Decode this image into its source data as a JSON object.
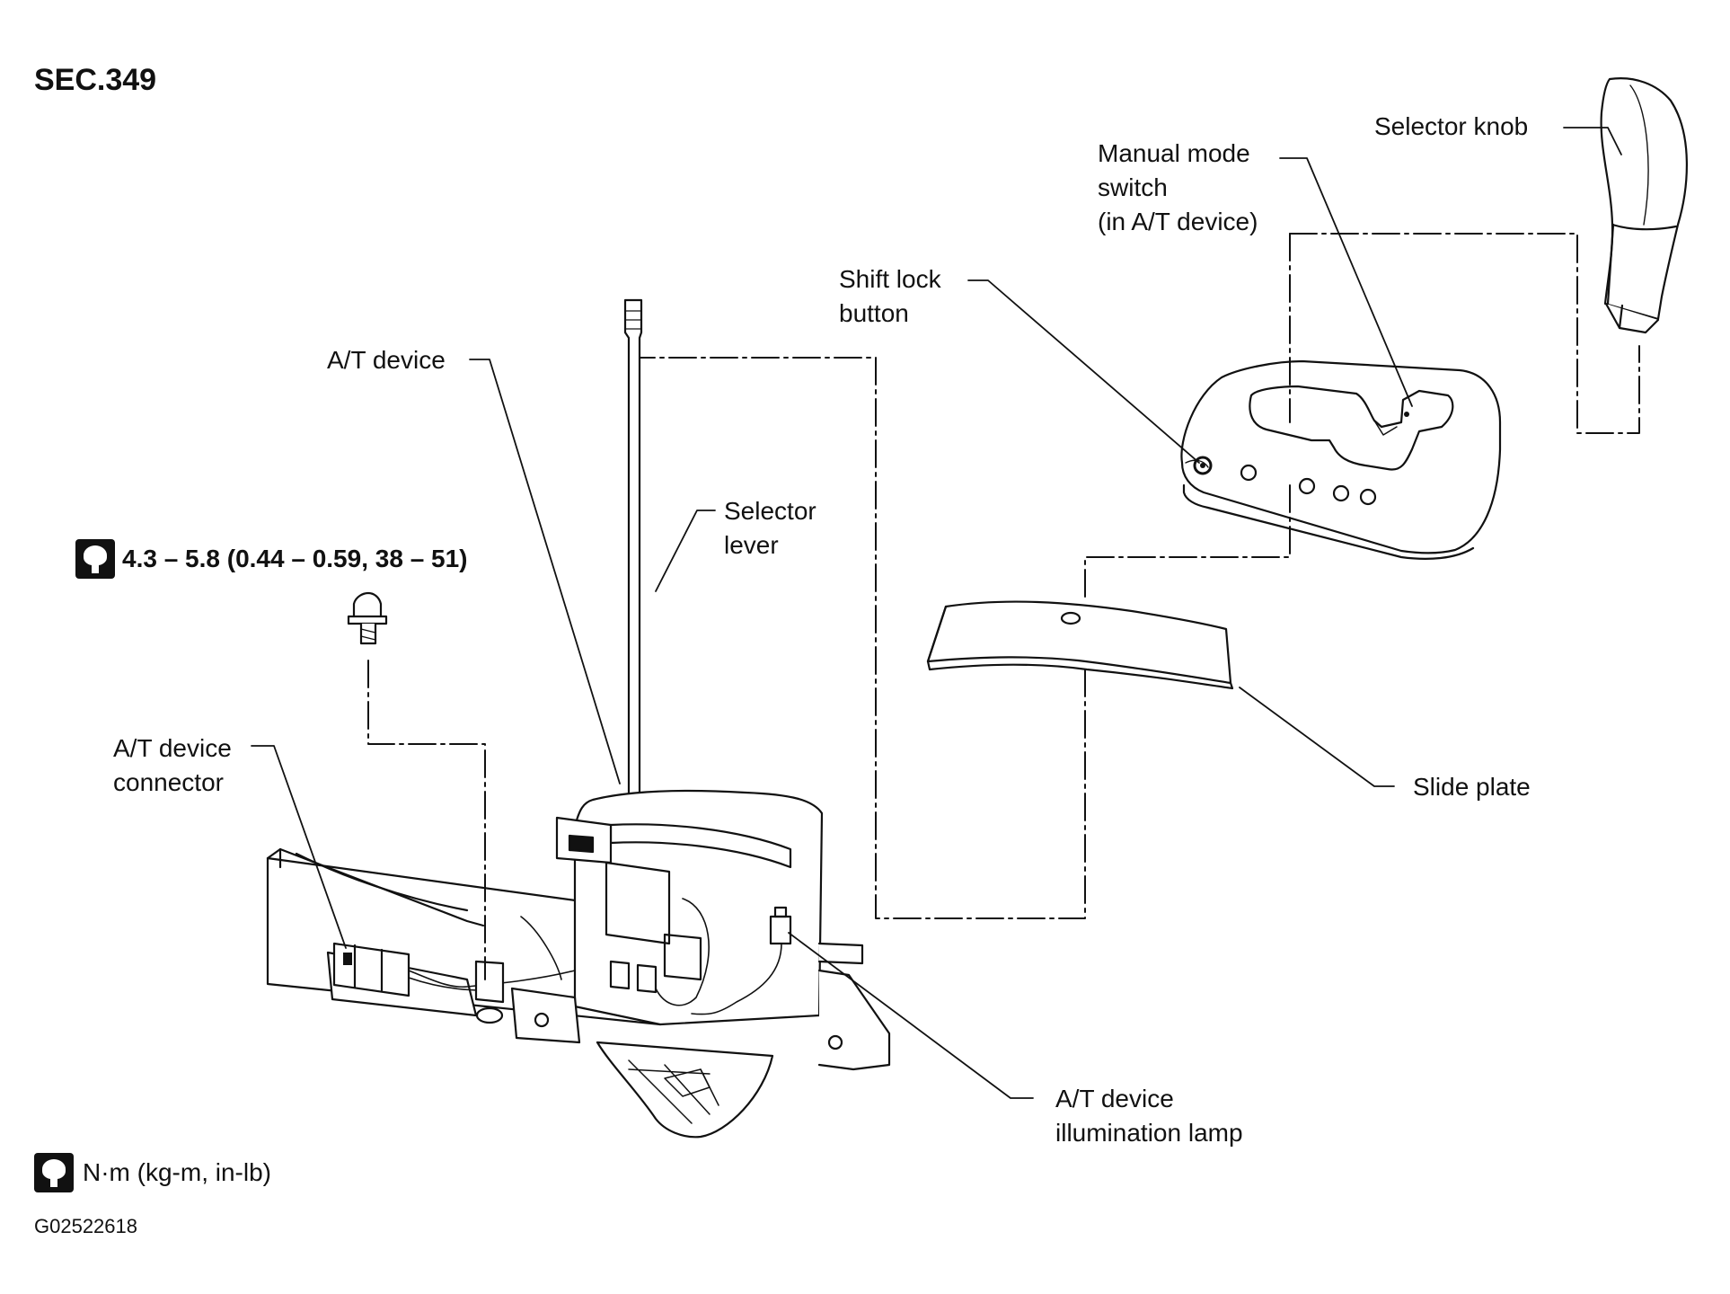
{
  "section": "SEC.349",
  "torque_spec": "4.3 – 5.8 (0.44 – 0.59, 38 – 51)",
  "legend_unit": "N·m (kg-m, in-lb)",
  "figure_code": "G02522618",
  "labels": {
    "selector_knob": "Selector knob",
    "manual_mode_switch": [
      "Manual mode",
      "switch",
      "(in A/T device)"
    ],
    "shift_lock_button": [
      "Shift lock",
      "button"
    ],
    "at_device": "A/T device",
    "selector_lever": [
      "Selector",
      "lever"
    ],
    "at_device_connector": [
      "A/T device",
      "connector"
    ],
    "slide_plate": "Slide plate",
    "at_device_illumination_lamp": [
      "A/T device",
      "illumination lamp"
    ]
  },
  "icons": [
    "torque-wrench-icon"
  ]
}
